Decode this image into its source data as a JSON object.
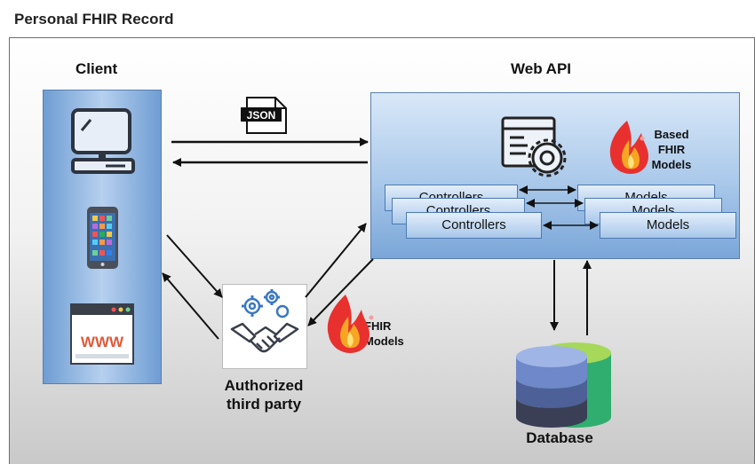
{
  "title": "Personal FHIR Record",
  "client": {
    "heading": "Client"
  },
  "web_api": {
    "heading": "Web API",
    "based_label": [
      "Based",
      "FHIR",
      "Models"
    ],
    "controller_boxes": [
      "Controllers",
      "Controllers",
      "Controllers"
    ],
    "model_boxes": [
      "Models",
      "Models",
      "Models"
    ]
  },
  "json_label": "JSON",
  "third_party": {
    "label": [
      "Authorized",
      "third party"
    ]
  },
  "fhir_models_label": [
    "FHIR",
    "Models"
  ],
  "database": {
    "label": "Database"
  },
  "icons": {
    "desktop": "desktop-computer-icon",
    "phone": "smartphone-icon",
    "browser": "web-browser-icon",
    "json": "json-file-icon",
    "settings": "web-settings-icon",
    "fire": "fhir-flame-icon",
    "handshake": "handshake-gears-icon",
    "database": "database-stack-icon"
  }
}
